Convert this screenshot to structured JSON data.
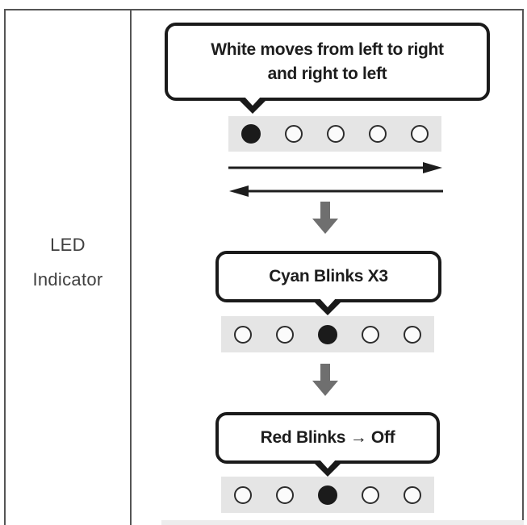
{
  "table": {
    "row_label": {
      "line1": "LED",
      "line2": "Indicator"
    }
  },
  "diagram": {
    "steps": [
      {
        "id": "white-sweep",
        "callout_line1": "White moves from left to right",
        "callout_line2": "and right to left",
        "leds": [
          1,
          0,
          0,
          0,
          0
        ]
      },
      {
        "id": "cyan-blinks",
        "callout_line1": "Cyan Blinks X3",
        "leds": [
          0,
          0,
          1,
          0,
          0
        ]
      },
      {
        "id": "red-blinks-off",
        "callout_line1": "Red Blinks → Off",
        "leds": [
          0,
          0,
          1,
          0,
          0
        ]
      }
    ],
    "icons": {
      "sweep_right": "arrow-right-icon",
      "sweep_left": "arrow-left-icon",
      "step_next": "down-arrow-icon"
    }
  },
  "colors": {
    "table-border": "#555555",
    "label-text": "#3f3f3f",
    "bubble-border": "#1a1a1a",
    "text": "#1d1d1d",
    "strip-bg": "#e5e5e5",
    "led-ring": "#2d2d2d",
    "led-on": "#1b1b1b",
    "arrow-gray": "#6f6f6f",
    "band": "#ededed"
  }
}
